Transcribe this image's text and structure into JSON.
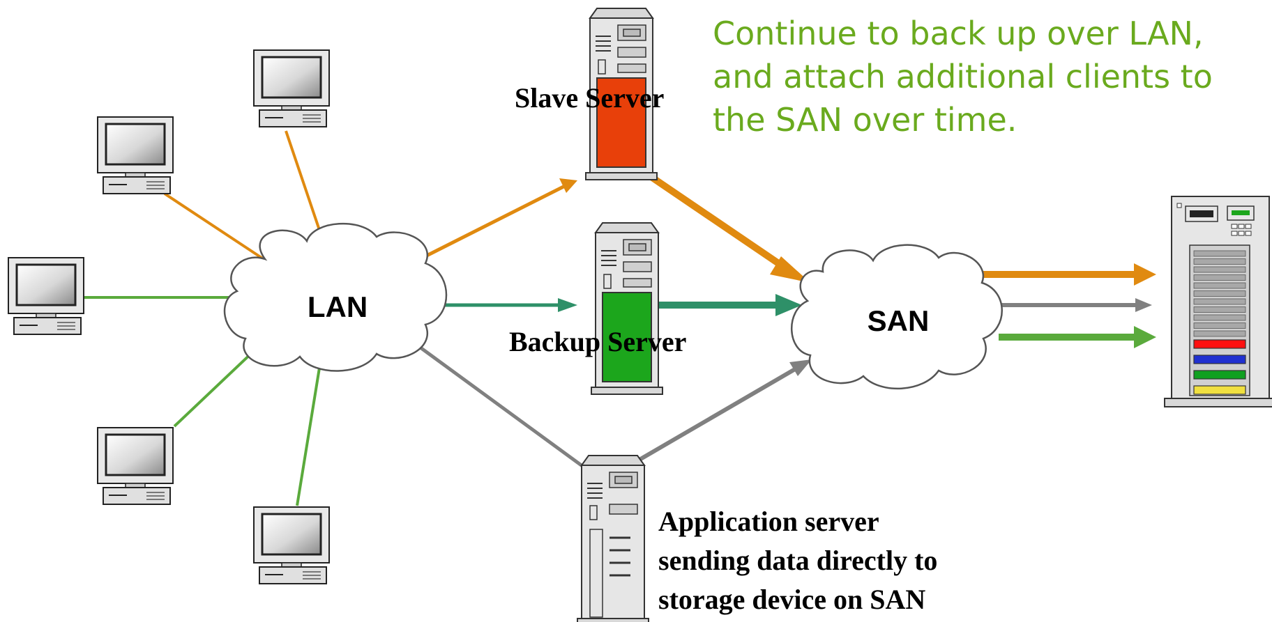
{
  "caption": {
    "lines": [
      "Continue to back up over LAN,",
      "and attach additional clients to",
      "the SAN over time."
    ],
    "color": "#6aaa1e"
  },
  "nodes": {
    "lan": {
      "label": "LAN"
    },
    "san": {
      "label": "SAN"
    },
    "slave_server": {
      "label": "Slave Server",
      "color": "#e8400a"
    },
    "backup_server": {
      "label": "Backup Server",
      "color": "#1ca61c"
    },
    "application_server": {
      "label_lines": [
        "Application server",
        "sending data directly to",
        "storage device on SAN"
      ]
    }
  },
  "colors": {
    "orange_link": "#e08a10",
    "green_link": "#5aaa3c",
    "teal_link": "#2e9068",
    "gray_link": "#808080",
    "storage_red": "#ff1010",
    "storage_blue": "#2030d0",
    "storage_green": "#10a020",
    "storage_yellow": "#f0e040"
  }
}
